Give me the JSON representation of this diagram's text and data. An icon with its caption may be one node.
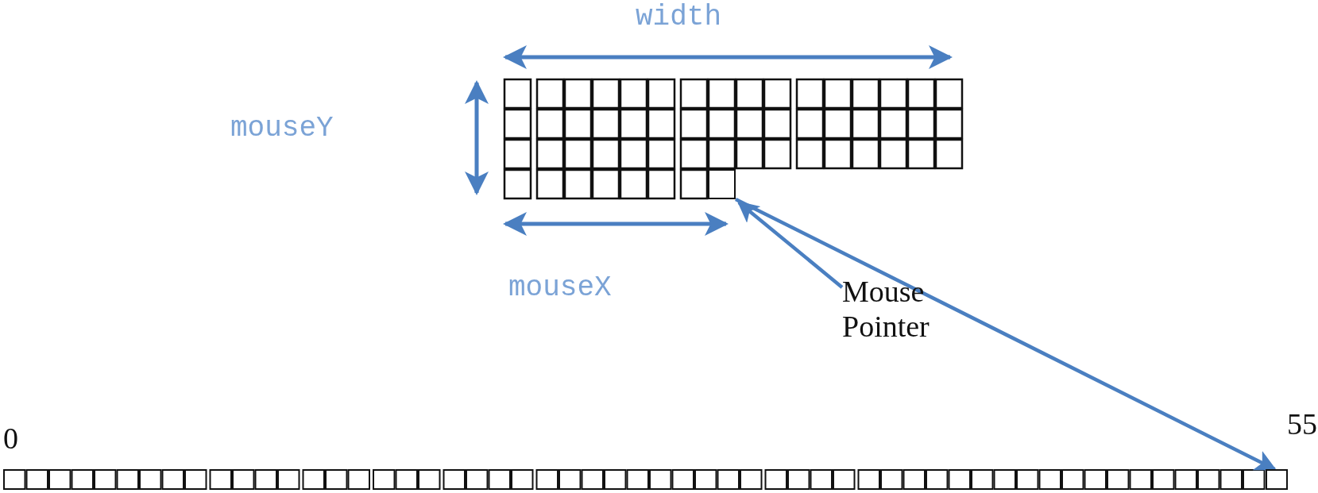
{
  "diagram": {
    "nodes": [
      {
        "text": [
          "Mouse Pointer"
        ]
      },
      {
        "text": [],
        "shape": "box"
      },
      {
        "text": [],
        "shape": "box"
      }
    ],
    "edges": [
      {
        "from": 0,
        "to": 1,
        "arrow": "to"
      },
      {
        "from": 1,
        "to": 2,
        "arrow": "to"
      }
    ],
    "labels": [
      "width",
      "mouseY",
      "mouseX",
      "0",
      "55"
    ]
  }
}
